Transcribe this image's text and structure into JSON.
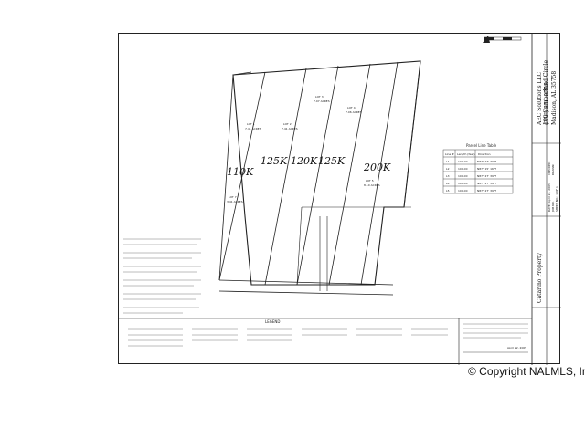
{
  "company": {
    "name": "AEC Solutions LLC",
    "address": "100 Cumberland Circle",
    "city": "Madison, AL 35758",
    "phone": "(256) 850-0258"
  },
  "title_block": {
    "project_name": "Catarino Property",
    "job_no": "JOB NO.",
    "date": "DATE: April 22, 2005",
    "drawn": "DRAWN:",
    "checked": "CHECKED:",
    "sheet": "SHEET NO.: 1 OF 1"
  },
  "handwritten": {
    "lot1": "110K",
    "lot2": "125K",
    "lot3": "120K",
    "lot4": "125K",
    "lot5": "200K"
  },
  "table": {
    "title": "Parcel Line Table",
    "headers": [
      "Line #",
      "Length (feet)",
      "Direction"
    ],
    "rows": [
      [
        "L1",
        "100.00",
        "N87° 27' 39\"E"
      ],
      [
        "L2",
        "100.00",
        "N87° 15' 16\"E"
      ],
      [
        "L3",
        "100.00",
        "N87° 27' 39\"E"
      ],
      [
        "L4",
        "100.00",
        "N87° 27' 39\"E"
      ],
      [
        "L5",
        "100.00",
        "N87° 27' 39\"E"
      ]
    ]
  },
  "lots": [
    {
      "label": "LOT 1",
      "area": "7.41 ACRES"
    },
    {
      "label": "LOT 2",
      "area": "7.41 ACRES"
    },
    {
      "label": "LOT 3",
      "area": "7.07 ACRES"
    },
    {
      "label": "LOT 4",
      "area": "7.06 ACRES"
    },
    {
      "label": "LOT 5",
      "area": "8.10 ACRES"
    },
    {
      "label": "LOT 7",
      "area": "3.41 ACRES"
    }
  ],
  "legend_title": "LEGEND",
  "date_signed": "April 22, 2005",
  "copyright": "© Copyright NALMLS, Inc.®"
}
